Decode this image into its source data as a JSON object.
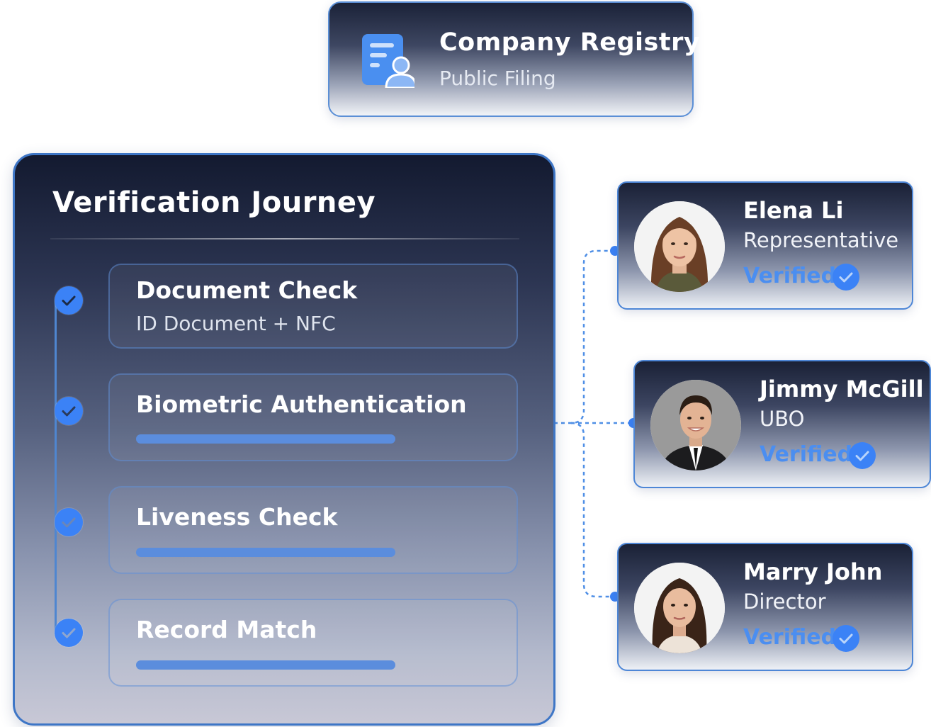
{
  "registry": {
    "title": "Company Registry",
    "subtitle": "Public Filing"
  },
  "journey": {
    "title": "Verification Journey",
    "steps": [
      {
        "title": "Document Check",
        "subtitle": "ID Document + NFC"
      },
      {
        "title": "Biometric Authentication"
      },
      {
        "title": "Liveness Check"
      },
      {
        "title": "Record Match"
      }
    ]
  },
  "people": [
    {
      "name": "Elena Li",
      "role": "Representative",
      "status": "Verified"
    },
    {
      "name": "Jimmy McGill",
      "role": "UBO",
      "status": "Verified"
    },
    {
      "name": "Marry John",
      "role": "Director",
      "status": "Verified"
    }
  ],
  "colors": {
    "accent": "#3b82f6",
    "verified": "#4b8ef0",
    "dark": "#1a2136"
  }
}
